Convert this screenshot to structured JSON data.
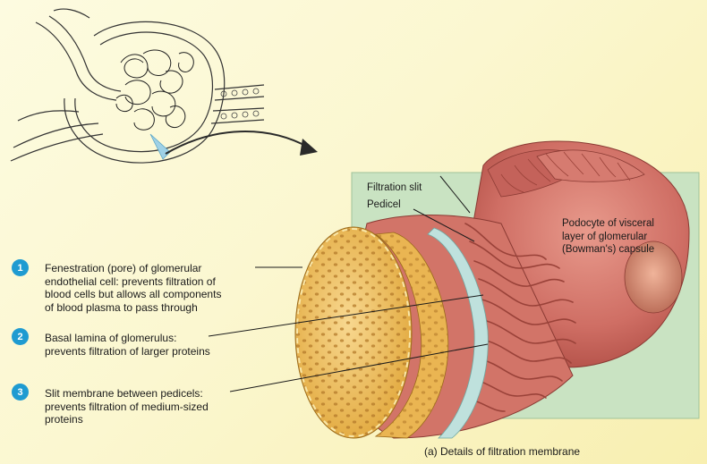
{
  "labels": {
    "filtration_slit": "Filtration slit",
    "pedicel": "Pedicel",
    "podocyte": [
      "Podocyte of visceral",
      "layer of glomerular",
      "(Bowman's) capsule"
    ]
  },
  "numbered_items": [
    {
      "num": "1",
      "lines": [
        "Fenestration (pore) of glomerular",
        "endothelial cell: prevents filtration of",
        "blood cells but allows all components",
        "of blood plasma to pass through"
      ]
    },
    {
      "num": "2",
      "lines": [
        "Basal lamina of glomerulus:",
        "prevents filtration of larger proteins"
      ]
    },
    {
      "num": "3",
      "lines": [
        "Slit membrane between pedicels:",
        "prevents filtration of medium-sized",
        "proteins"
      ]
    }
  ],
  "caption": "(a) Details of filtration membrane",
  "colors": {
    "badge": "#1f9bd1",
    "panel": "#c9e3c2",
    "podocyte": "#cf6e64",
    "endothelium": "#f2c058",
    "basal_lamina": "#bfe1dd"
  }
}
